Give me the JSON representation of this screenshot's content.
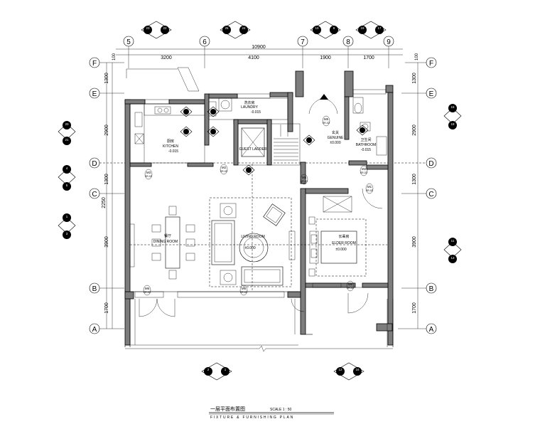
{
  "grid": {
    "columns": [
      "5",
      "6",
      "7",
      "8",
      "9"
    ],
    "rows": [
      "F",
      "E",
      "D",
      "C",
      "B",
      "A"
    ],
    "top_total": "10900",
    "top_dims": [
      "3200",
      "4100",
      "1900",
      "1700"
    ],
    "top_left_small": "100",
    "top_right_small": "100",
    "left_dims": [
      "100",
      "1300",
      "2900",
      "1300",
      "2250",
      "3900",
      "1700"
    ],
    "right_dims": [
      "1300",
      "2900",
      "1300",
      "3900",
      "1700"
    ]
  },
  "rooms": {
    "laundry_cn": "洗衣房",
    "laundry": "LAUNDRY",
    "laundry_level": "-0.015",
    "kitchen_cn": "厨房",
    "kitchen": "KITCHEN",
    "kitchen_level": "-0.015",
    "guest_ladder": "GUEST LADDER",
    "genuine_cn": "玄关",
    "genuine": "GENUINE",
    "genuine_level": "±0.000",
    "bath_cn": "卫生间",
    "bathroom": "BATHROOM",
    "bath_level": "-0.015",
    "dining_cn": "餐厅",
    "dining": "DINING ROOM",
    "living": "LIVING ROOM",
    "living_level": "±0.000",
    "elder_cn": "长辈房",
    "elder": "ELDER ROOM",
    "elder_level": "±0.000"
  },
  "door_tags": {
    "M3": "M3",
    "M2": "M2",
    "M5": "M5",
    "M1": "M1",
    "M6": "M6",
    "sub": "0R-02"
  },
  "callouts": {
    "top": [
      "23",
      "22",
      "25",
      "24",
      "10",
      "8",
      "19",
      "17"
    ],
    "left": [
      "20",
      "21",
      "4",
      "5",
      "1",
      "3"
    ],
    "right": [
      "15",
      "18",
      "11",
      "13"
    ],
    "bottom": [
      "2",
      "1",
      "12",
      "16"
    ],
    "ref": "IE-1-06"
  },
  "title": {
    "cn": "一层平面布置图",
    "scale": "SCALE 1 : 50",
    "en": "FIXTURE & FURNISHING PLAN"
  }
}
